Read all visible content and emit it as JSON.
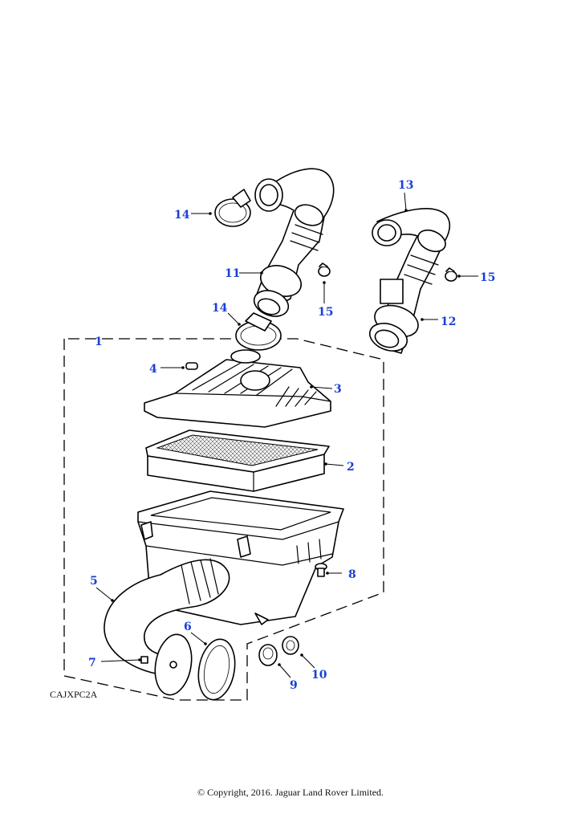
{
  "diagram": {
    "drawing_code": "CAJXPC2A",
    "copyright": "© Copyright, 2016. Jaguar Land Rover Limited.",
    "callouts": [
      "1",
      "2",
      "3",
      "4",
      "5",
      "6",
      "7",
      "8",
      "9",
      "10",
      "11",
      "12",
      "13",
      "14",
      "14",
      "15",
      "15"
    ]
  }
}
